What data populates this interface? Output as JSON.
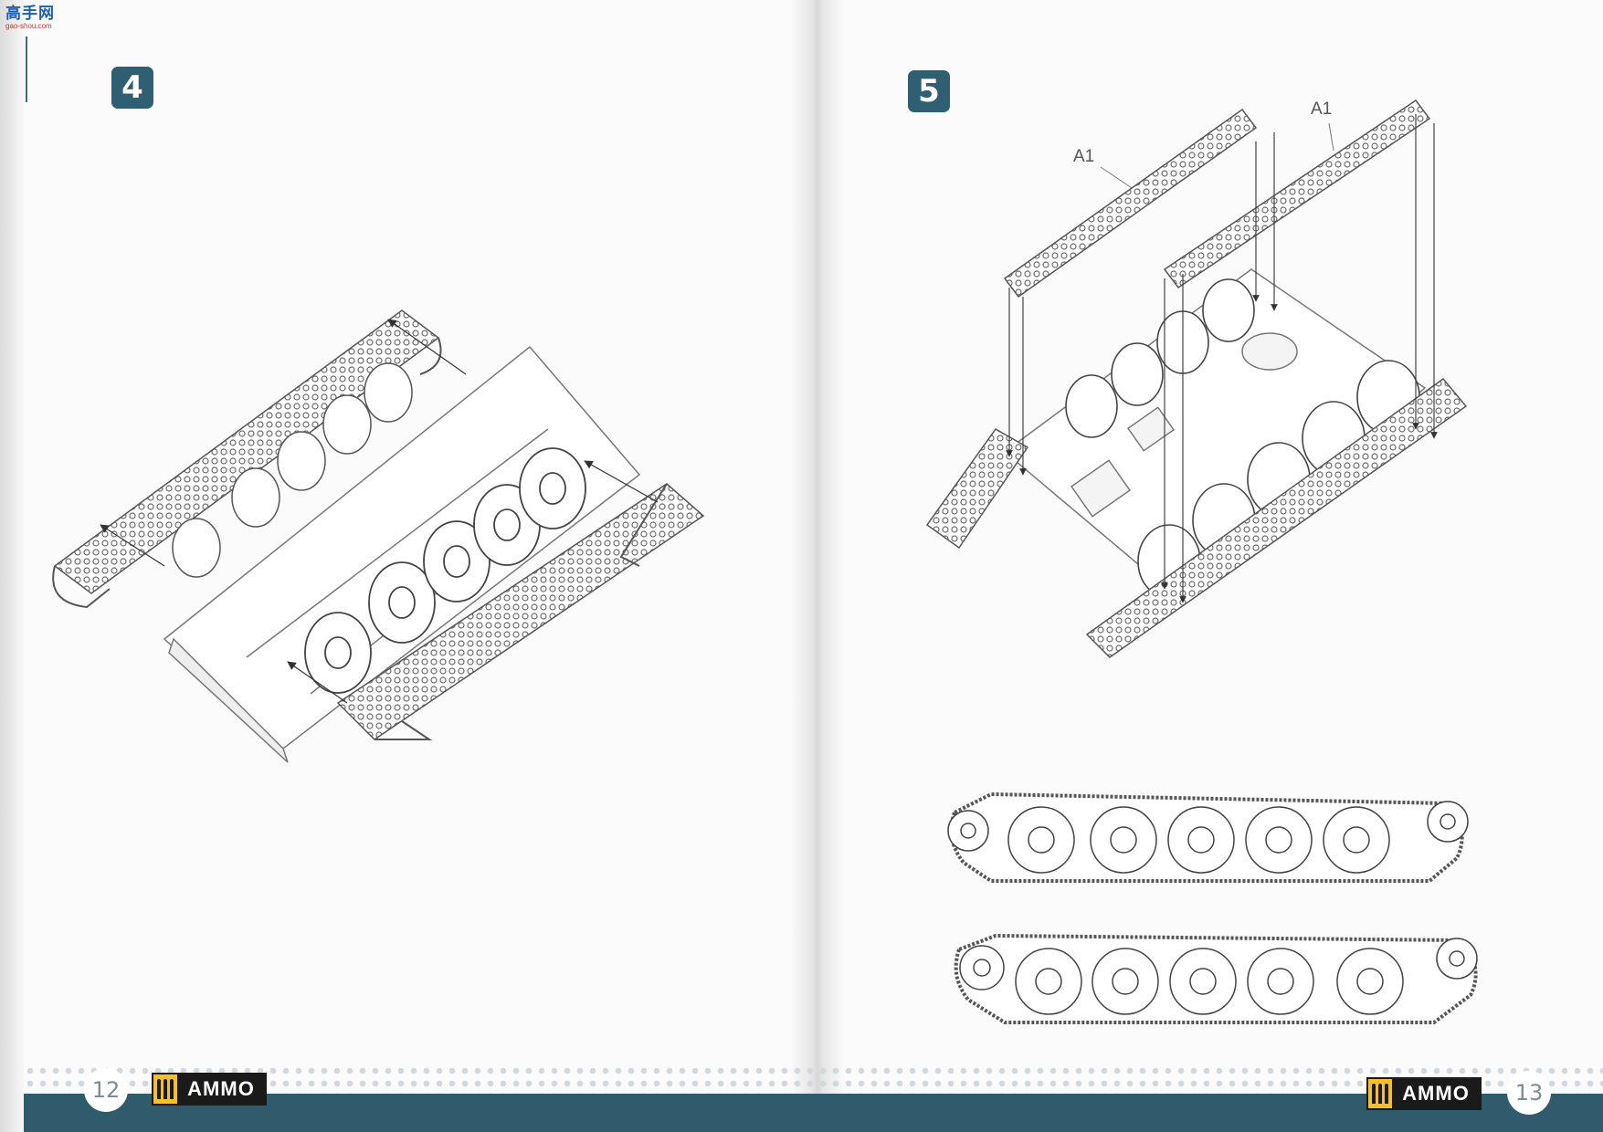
{
  "watermark": {
    "main": "高手网",
    "sub": "gao-shou.com"
  },
  "pages": {
    "left": {
      "step": "4",
      "page_number": "12"
    },
    "right": {
      "step": "5",
      "page_number": "13",
      "part_labels": [
        "A1",
        "A1"
      ]
    }
  },
  "brand": {
    "logo_text": "AMMO"
  },
  "colors": {
    "accent": "#2f5f73",
    "footer": "#2f5b6d",
    "logo_yellow": "#f3c02a"
  }
}
